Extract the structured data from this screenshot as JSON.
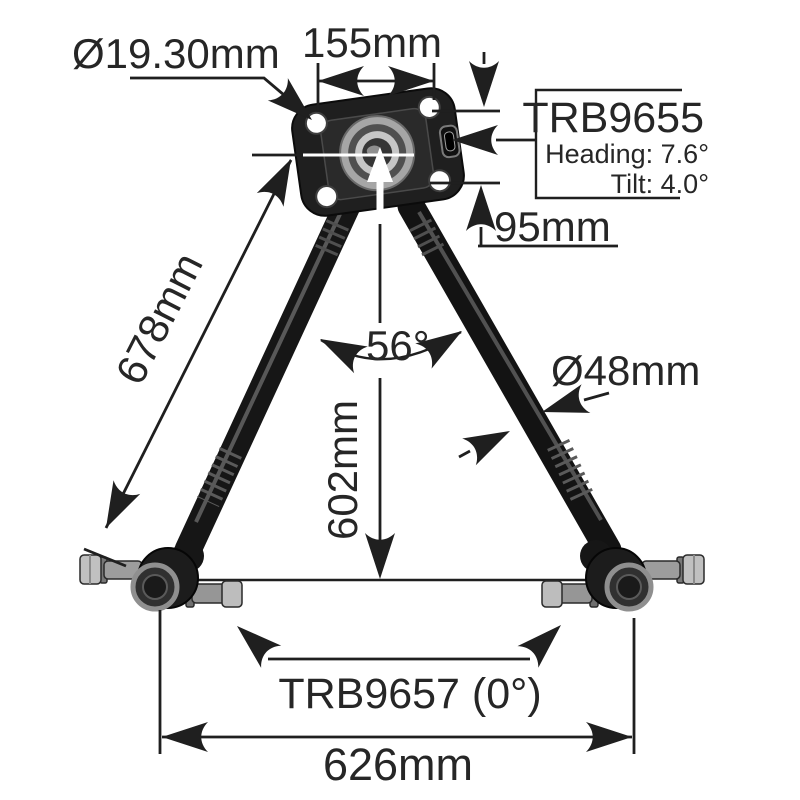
{
  "diagram": {
    "upper_part_box": {
      "part_no": "TRB9655",
      "heading": "Heading: 7.6°",
      "tilt": "Tilt: 4.0°"
    },
    "labels": {
      "bolt_hole_diameter": "Ø19.30mm",
      "plate_hole_width": "155mm",
      "plate_hole_height": "95mm",
      "arm_length": "678mm",
      "arm_angle": "56°",
      "center_drop": "602mm",
      "arm_diameter": "Ø48mm",
      "lower_part": "TRB9657 (0°)",
      "joint_span": "626mm"
    },
    "colors": {
      "background": "#ffffff",
      "line": "#1f1f1f",
      "metal_dark": "#1b1b1b",
      "metal_mid": "#555555",
      "metal_light": "#b5b5b5"
    }
  }
}
